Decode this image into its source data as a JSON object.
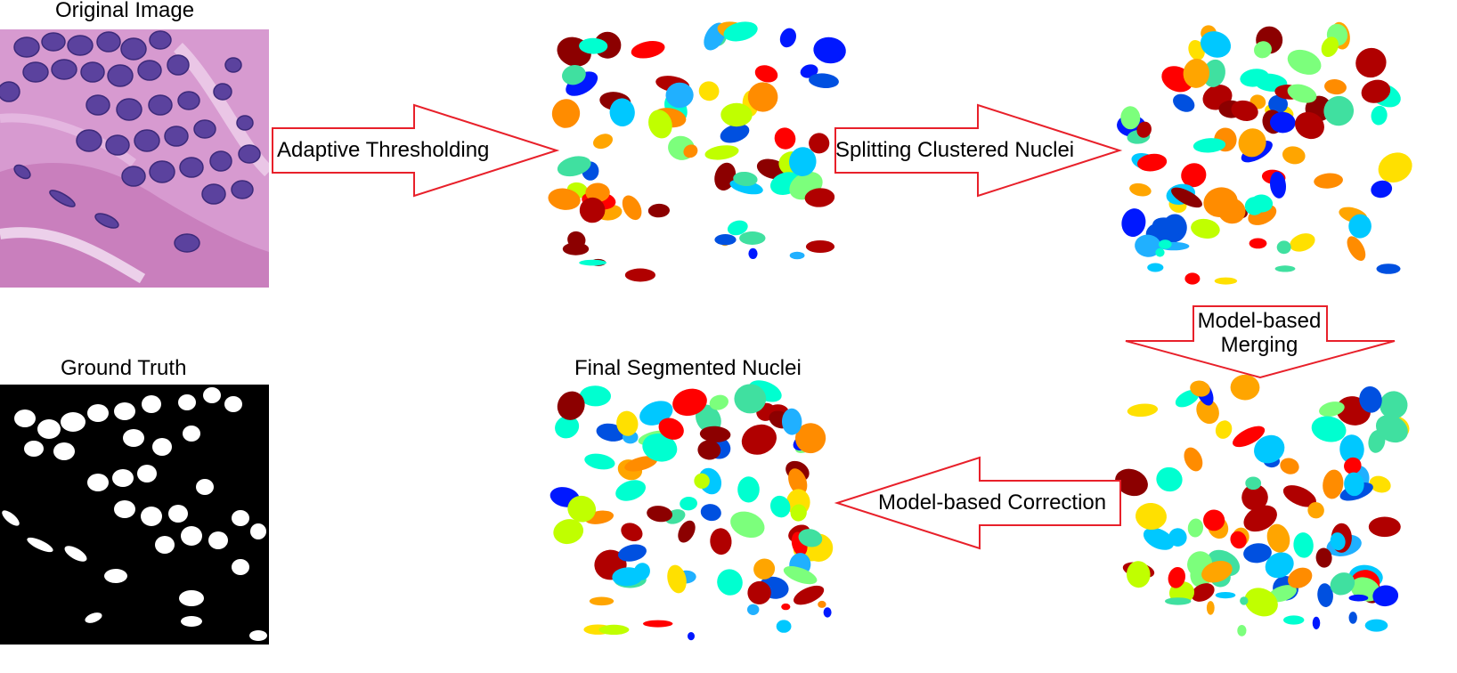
{
  "labels": {
    "original": "Original Image",
    "ground_truth": "Ground Truth",
    "final": "Final Segmented Nuclei"
  },
  "steps": {
    "adaptive": "Adaptive Thresholding",
    "splitting": "Splitting Clustered Nuclei",
    "merging_line1": "Model-based",
    "merging_line2": "Merging",
    "correction": "Model-based Correction"
  },
  "colors": {
    "arrow_stroke": "#e8202a",
    "tissue_bg": "#d48ec8",
    "nucleus": "#5a3f9e",
    "mask_bg": "#000000",
    "mask_fg": "#ffffff"
  }
}
